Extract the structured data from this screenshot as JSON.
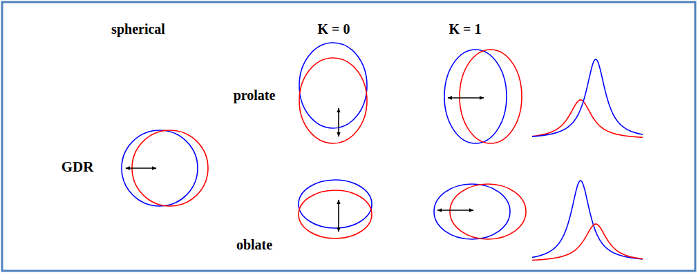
{
  "diagram": {
    "labels": [
      "spherical",
      "K = 0",
      "K = 1",
      "GDR",
      "prolate",
      "oblate"
    ]
  }
}
